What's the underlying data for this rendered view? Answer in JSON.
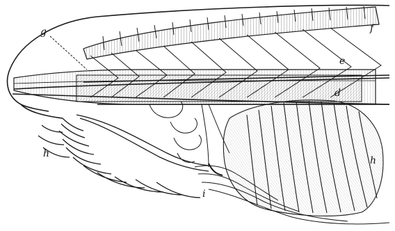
{
  "figure": {
    "description_icon": "anatomical-engraving-icon",
    "ink_color": "#1a1a1a",
    "paper_color": "#ffffff",
    "labels": {
      "g": "g",
      "f": "f",
      "e": "e",
      "d": "d",
      "h_left": "h",
      "h_right": "h",
      "i": "i"
    }
  }
}
